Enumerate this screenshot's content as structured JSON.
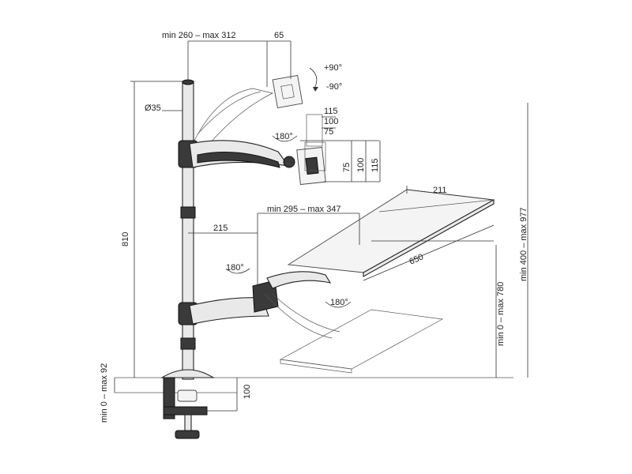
{
  "labels": {
    "arm_reach": "min 260 – max 312",
    "plate_offset": "65",
    "tilt_up": "+90°",
    "tilt_down": "-90°",
    "pole_diameter": "Ø35",
    "vesa_115": "115",
    "vesa_100": "100",
    "vesa_75": "75",
    "vesa_v75": "75",
    "vesa_v100": "100",
    "vesa_v115": "115",
    "rotate_monitor": "180°",
    "pole_height": "810",
    "keyboard_reach": "min 295 – max 347",
    "keyboard_offset": "215",
    "tray_width": "211",
    "tray_length": "650",
    "rotate_keyboard_arm": "180°",
    "rotate_tray": "180°",
    "keyboard_height": "min 0 – max 780",
    "total_height": "min 400 – max 977",
    "desk_thickness": "min 0 – max 92",
    "clamp_depth": "100"
  }
}
